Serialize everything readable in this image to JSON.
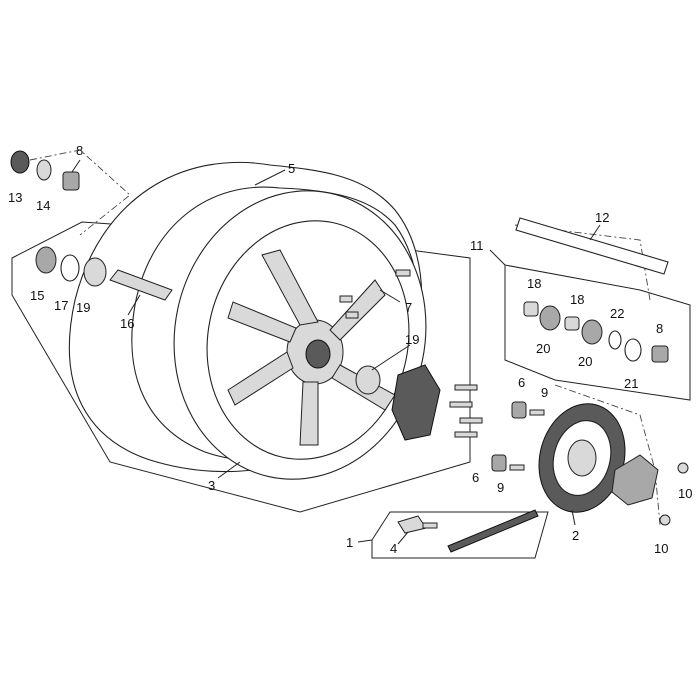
{
  "diagram": {
    "labels": {
      "l1": "1",
      "l2": "2",
      "l3": "3",
      "l4": "4",
      "l5": "5",
      "l6a": "6",
      "l6b": "6",
      "l7": "7",
      "l8a": "8",
      "l8b": "8",
      "l9a": "9",
      "l9b": "9",
      "l10a": "10",
      "l10b": "10",
      "l11": "11",
      "l12": "12",
      "l13": "13",
      "l14": "14",
      "l15": "15",
      "l16": "16",
      "l17": "17",
      "l18a": "18",
      "l18b": "18",
      "l19a": "19",
      "l19b": "19",
      "l20a": "20",
      "l20b": "20",
      "l21": "21",
      "l22": "22"
    },
    "colors": {
      "line": "#222222",
      "fill_light": "#d9d9d9",
      "fill_mid": "#a8a8a8",
      "fill_dark": "#5a5a5a"
    }
  }
}
